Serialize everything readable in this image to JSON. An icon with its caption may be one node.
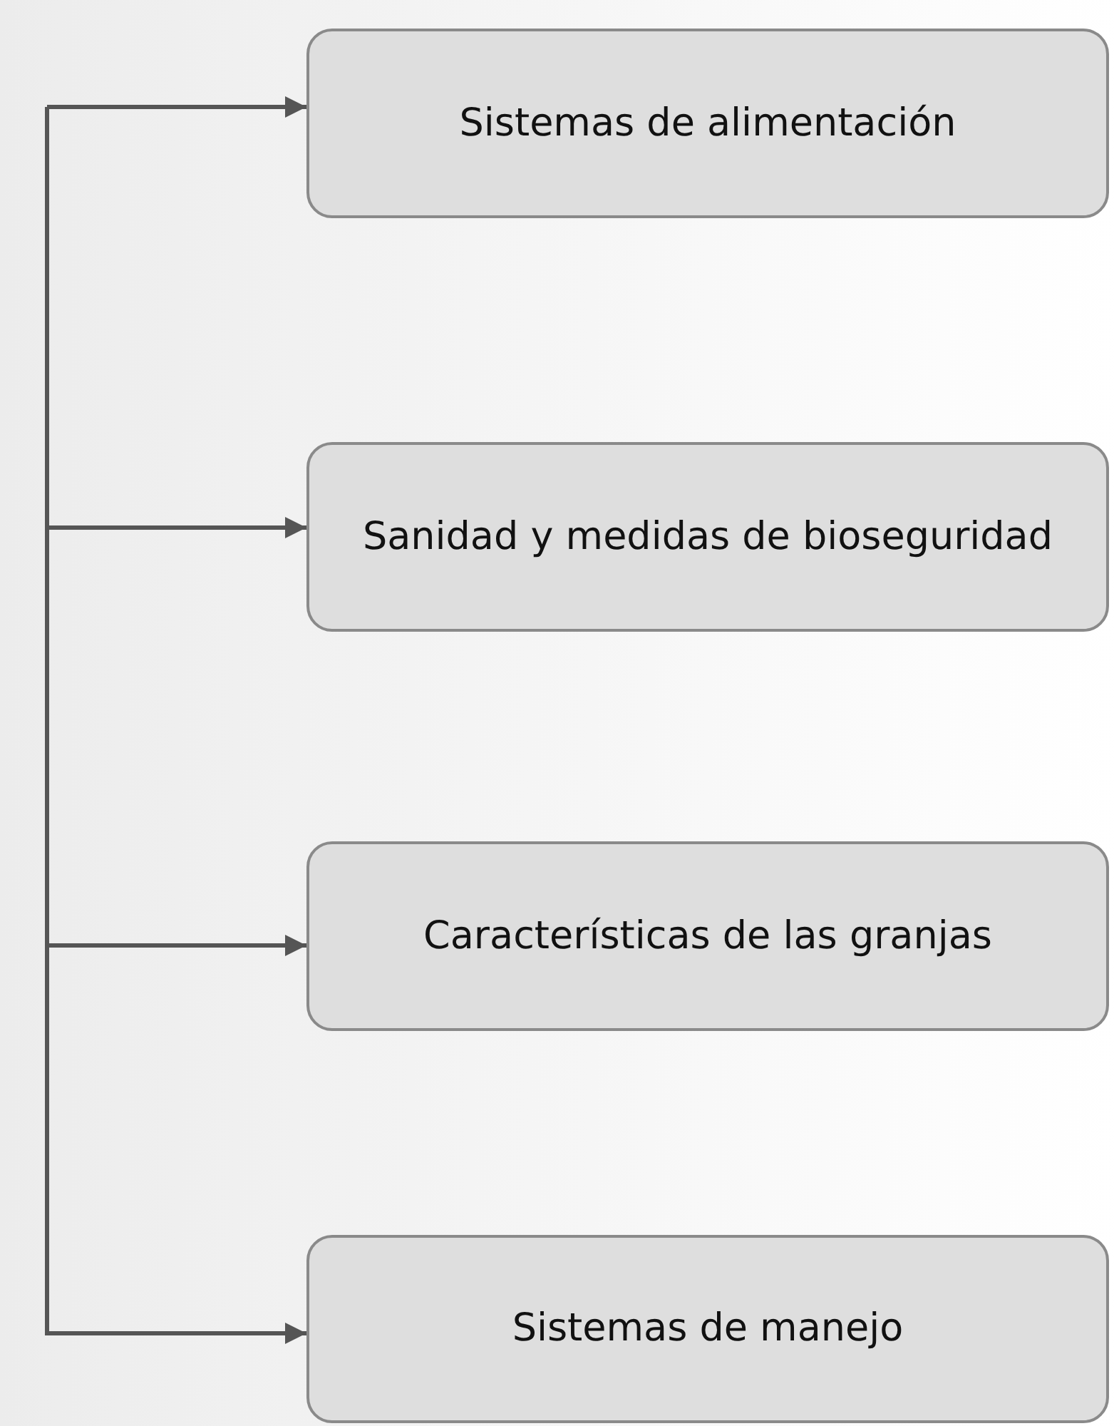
{
  "diagram": {
    "nodes": [
      {
        "text": [
          "Sistemas de alimentación"
        ]
      },
      {
        "text": [
          "Sanidad y medidas de bioseguridad"
        ]
      },
      {
        "text": [
          "Características de las granjas"
        ]
      },
      {
        "text": [
          "Sistemas de manejo"
        ]
      }
    ],
    "edges": [
      {
        "from": null,
        "to": 0,
        "arrow": "to"
      },
      {
        "from": null,
        "to": 1,
        "arrow": "to"
      },
      {
        "from": null,
        "to": 2,
        "arrow": "to"
      },
      {
        "from": null,
        "to": 3,
        "arrow": "to"
      }
    ]
  }
}
